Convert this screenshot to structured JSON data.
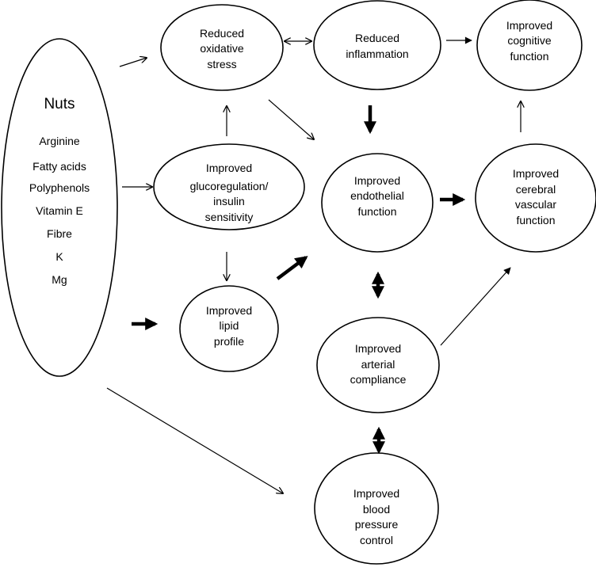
{
  "nuts": {
    "title": "Nuts",
    "components": [
      "Arginine",
      "Fatty acids",
      "Polyphenols",
      "Vitamin E",
      "Fibre",
      "K",
      "Mg"
    ]
  },
  "nodes": {
    "oxidative": [
      "Reduced",
      "oxidative",
      "stress"
    ],
    "inflammation": [
      "Reduced",
      "inflammation"
    ],
    "cognitive": [
      "Improved",
      "cognitive",
      "function"
    ],
    "gluco": [
      "Improved",
      "glucoregulation/",
      "insulin",
      "sensitivity"
    ],
    "endothelial": [
      "Improved",
      "endothelial",
      "function"
    ],
    "cerebral": [
      "Improved",
      "cerebral",
      "vascular",
      "function"
    ],
    "lipid": [
      "Improved",
      "lipid",
      "profile"
    ],
    "arterial": [
      "Improved",
      "arterial",
      "compliance"
    ],
    "bp": [
      "Improved",
      "blood",
      "pressure",
      "control"
    ]
  },
  "edges": [
    {
      "from": "nuts",
      "to": "oxidative",
      "style": "thin"
    },
    {
      "from": "oxidative",
      "to": "inflammation",
      "style": "thin-bidirectional"
    },
    {
      "from": "inflammation",
      "to": "cognitive",
      "style": "thin"
    },
    {
      "from": "nuts",
      "to": "gluco",
      "style": "thin"
    },
    {
      "from": "gluco",
      "to": "oxidative",
      "style": "thin"
    },
    {
      "from": "oxidative",
      "to": "endothelial",
      "style": "thin"
    },
    {
      "from": "inflammation",
      "to": "endothelial",
      "style": "thick"
    },
    {
      "from": "endothelial",
      "to": "cerebral",
      "style": "thick"
    },
    {
      "from": "cerebral",
      "to": "cognitive",
      "style": "thin"
    },
    {
      "from": "gluco",
      "to": "lipid",
      "style": "thin"
    },
    {
      "from": "lipid",
      "to": "endothelial",
      "style": "thick"
    },
    {
      "from": "nuts",
      "to": "lipid",
      "style": "thick"
    },
    {
      "from": "endothelial",
      "to": "arterial",
      "style": "thick-bidirectional"
    },
    {
      "from": "arterial",
      "to": "cerebral",
      "style": "thin"
    },
    {
      "from": "arterial",
      "to": "bp",
      "style": "thick-bidirectional"
    },
    {
      "from": "nuts",
      "to": "bp",
      "style": "thin"
    }
  ]
}
